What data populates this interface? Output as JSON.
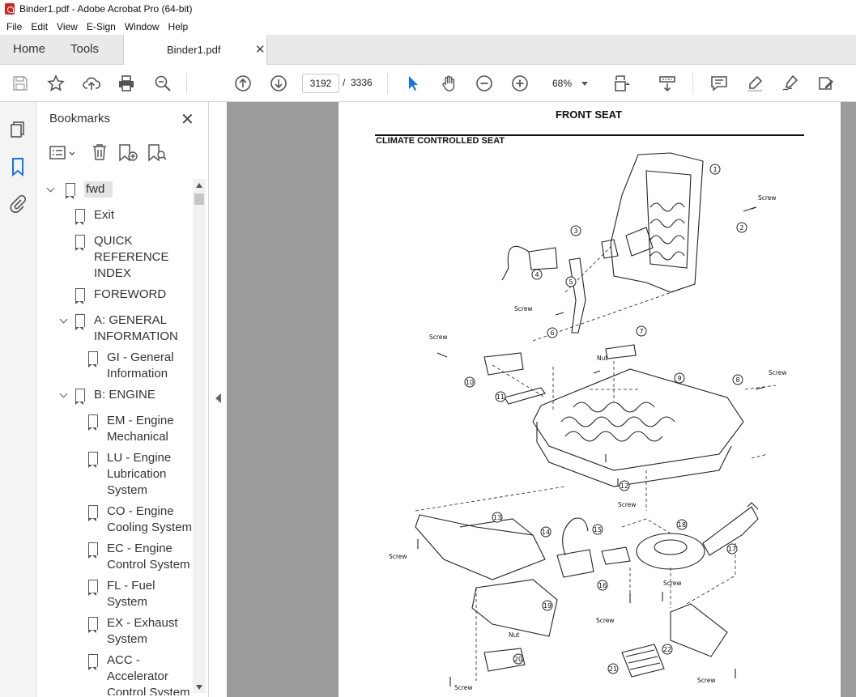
{
  "window": {
    "title": "Binder1.pdf - Adobe Acrobat Pro (64-bit)"
  },
  "menu": [
    "File",
    "Edit",
    "View",
    "E-Sign",
    "Window",
    "Help"
  ],
  "tabs": {
    "home": "Home",
    "tools": "Tools",
    "document": "Binder1.pdf"
  },
  "toolbar": {
    "current_page": "3192",
    "page_separator": "/",
    "total_pages": "3336",
    "zoom": "68%",
    "icons": [
      "save-icon",
      "star-icon",
      "upload-icon",
      "print-icon",
      "search-zoom-icon",
      "prev-page-icon",
      "next-page-icon",
      "select-cursor-icon",
      "hand-icon",
      "zoom-out-icon",
      "zoom-in-icon",
      "page-fit-icon",
      "scroll-mode-icon",
      "comment-icon",
      "highlight-icon",
      "sign-icon",
      "edit-pdf-icon"
    ]
  },
  "bookmarks": {
    "title": "Bookmarks",
    "items": [
      {
        "label": "fwd",
        "level": 0,
        "expanded": true,
        "selected": true
      },
      {
        "label": "Exit",
        "level": 1
      },
      {
        "label": "QUICK REFERENCE INDEX",
        "level": 1
      },
      {
        "label": "FOREWORD",
        "level": 1
      },
      {
        "label": "A: GENERAL INFORMATION",
        "level": 1,
        "expanded": true
      },
      {
        "label": "GI - General Information",
        "level": 2
      },
      {
        "label": "B: ENGINE",
        "level": 1,
        "expanded": true
      },
      {
        "label": "EM - Engine Mechanical",
        "level": 2
      },
      {
        "label": "LU - Engine Lubrication System",
        "level": 2
      },
      {
        "label": "CO - Engine Cooling System",
        "level": 2
      },
      {
        "label": "EC - Engine Control System",
        "level": 2
      },
      {
        "label": "FL - Fuel System",
        "level": 2
      },
      {
        "label": "EX - Exhaust System",
        "level": 2
      },
      {
        "label": "ACC - Accelerator Control System",
        "level": 2
      }
    ]
  },
  "page": {
    "title": "FRONT SEAT",
    "subtitle": "CLIMATE CONTROLLED SEAT",
    "labels": {
      "screw": "Screw",
      "nut": "Nut"
    },
    "callouts": [
      "1",
      "2",
      "3",
      "4",
      "5",
      "6",
      "7",
      "8",
      "9",
      "10",
      "11",
      "12",
      "13",
      "14",
      "15",
      "16",
      "17",
      "18",
      "19",
      "20",
      "21",
      "22"
    ]
  }
}
